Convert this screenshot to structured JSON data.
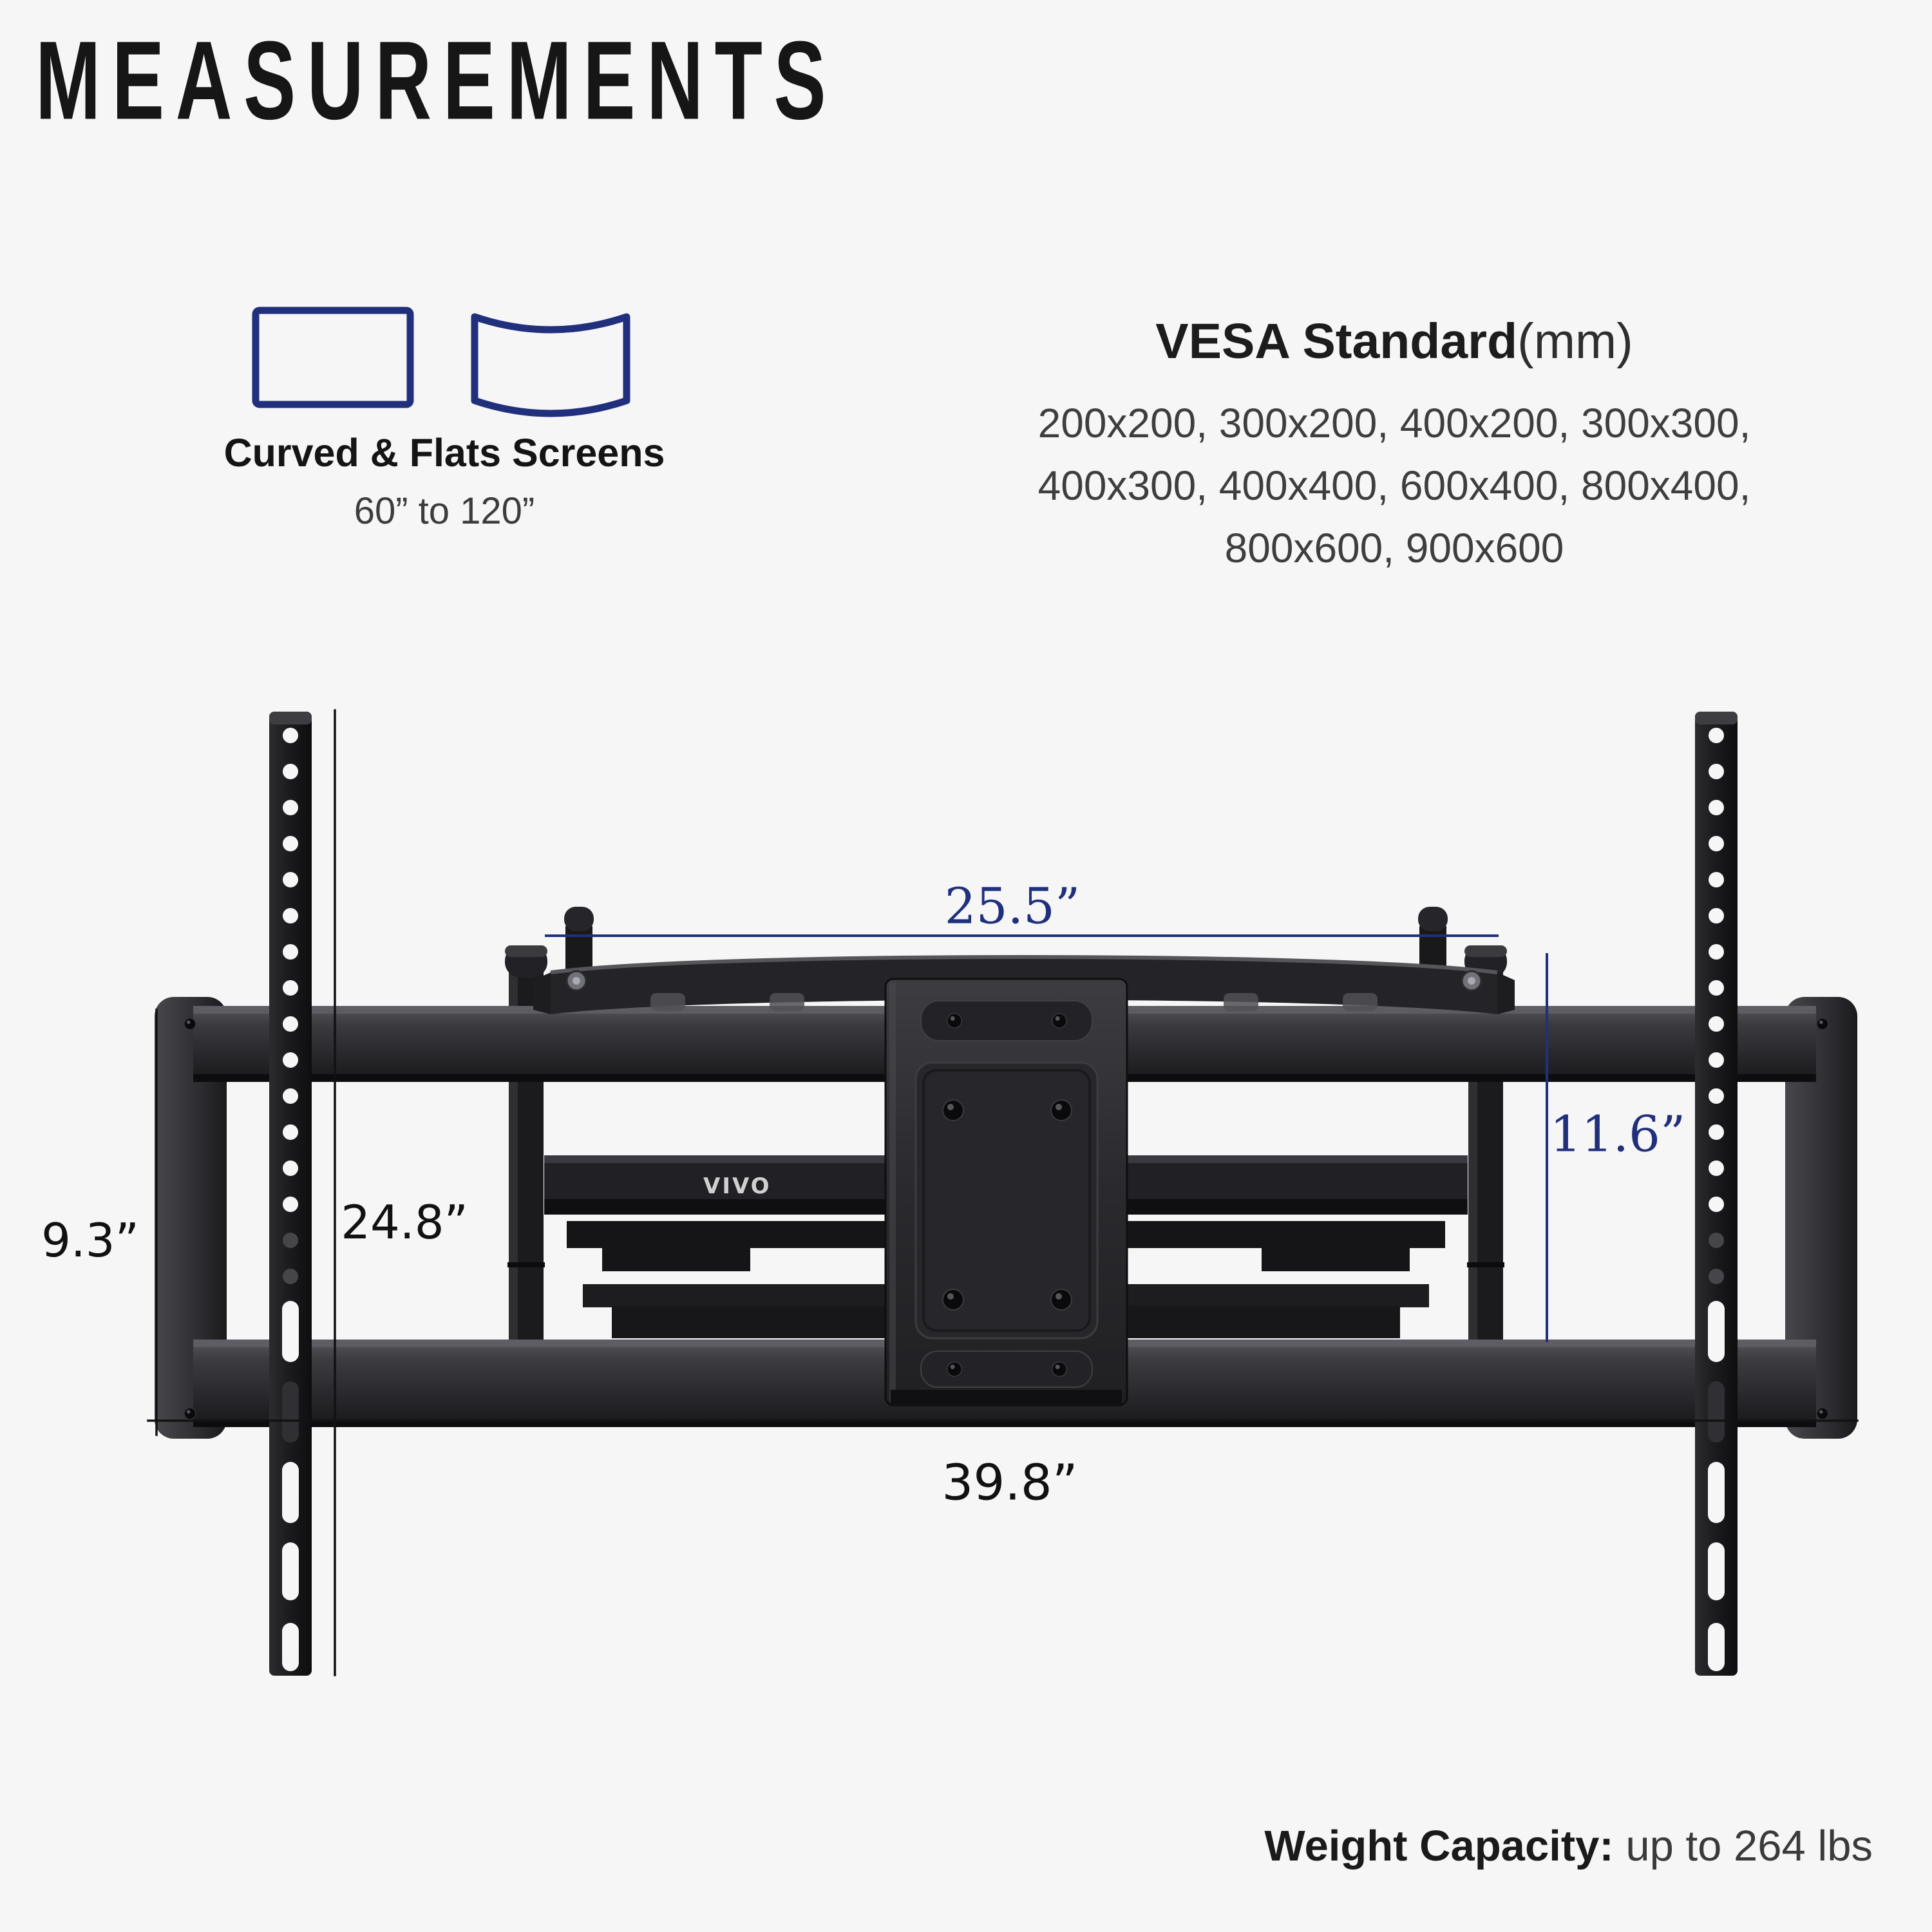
{
  "page": {
    "title": "MEASUREMENTS"
  },
  "theme": {
    "bg": "#f6f6f6",
    "accent_navy": "#20307c",
    "text_black": "#1b1b1b",
    "text_gray": "#3e3e3e",
    "mount_dark": "#1b1b1d"
  },
  "screens": {
    "label": "Curved & Flats Screens",
    "size_range": "60” to 120”",
    "icons": [
      "flat-screen-icon",
      "curved-screen-icon"
    ]
  },
  "vesa": {
    "title_bold": "VESA Standard",
    "title_unit": "(mm)",
    "lines": [
      "200x200, 300x200, 400x200, 300x300,",
      "400x300, 400x400, 600x400, 800x400,",
      "800x600, 900x600"
    ]
  },
  "dimensions": {
    "top_width": "25.5”",
    "bracket_height": "24.8”",
    "frame_height": "9.3”",
    "plate_side_height": "11.6”",
    "total_width": "39.8”"
  },
  "brand": {
    "logo": "VIVO"
  },
  "weight": {
    "label_bold": "Weight Capacity:",
    "value": " up to 264 lbs"
  }
}
